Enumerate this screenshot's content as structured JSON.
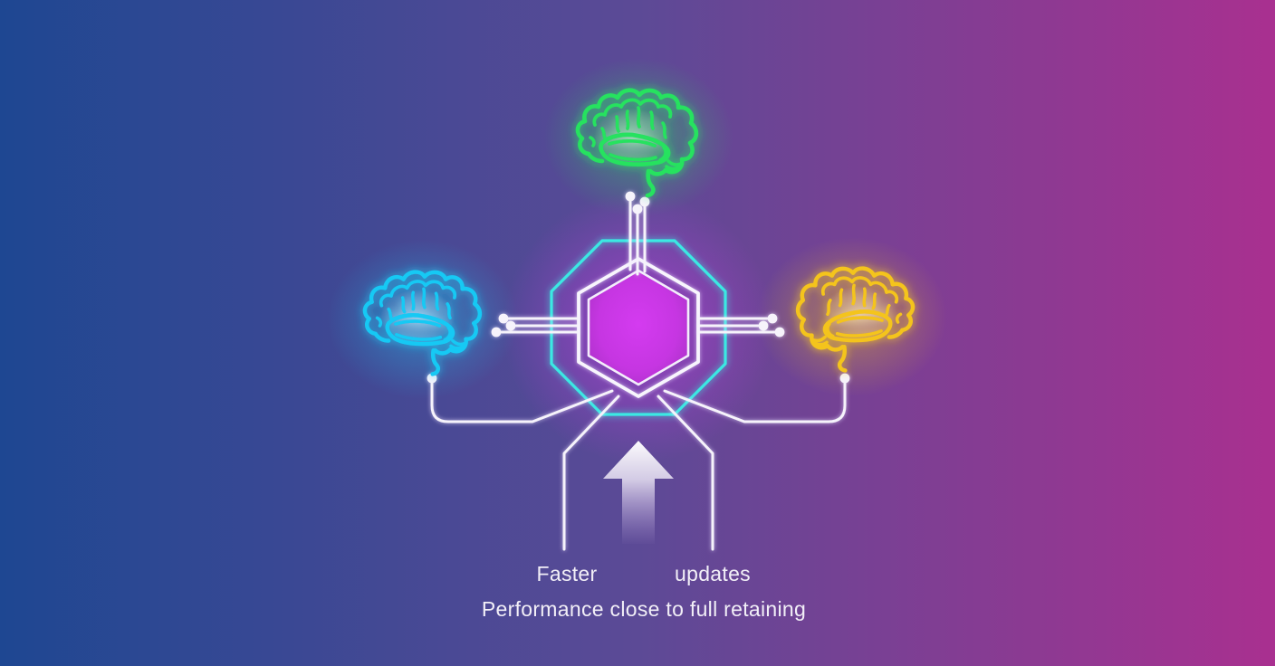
{
  "scene": {
    "description": "Three neon brains (green, blue, yellow) wired into a central glowing hexagonal core inside a cyan octagon; a gradient arrow points up into the core.",
    "caption": {
      "word_left": "Faster",
      "word_right": "updates",
      "line2": "Performance close to full retaining"
    }
  },
  "palette": {
    "bg_left": "#1E4792",
    "bg_mid": "#5C4A96",
    "bg_right": "#A93090",
    "brain_green": "#26E25F",
    "brain_blue": "#19C9F4",
    "brain_yellow": "#F4C41C",
    "octagon_cyan": "#3BE9E3",
    "circuit_white": "#F6F3FB",
    "hex_core_center": "#D43BF0",
    "hex_core_edge": "#A130BE",
    "text": "#F2EFF7"
  },
  "icons": {
    "top": "brain-icon-green",
    "left": "brain-icon-blue",
    "right": "brain-icon-yellow",
    "center": "hexagon-core-icon",
    "bottom": "up-arrow-icon"
  }
}
